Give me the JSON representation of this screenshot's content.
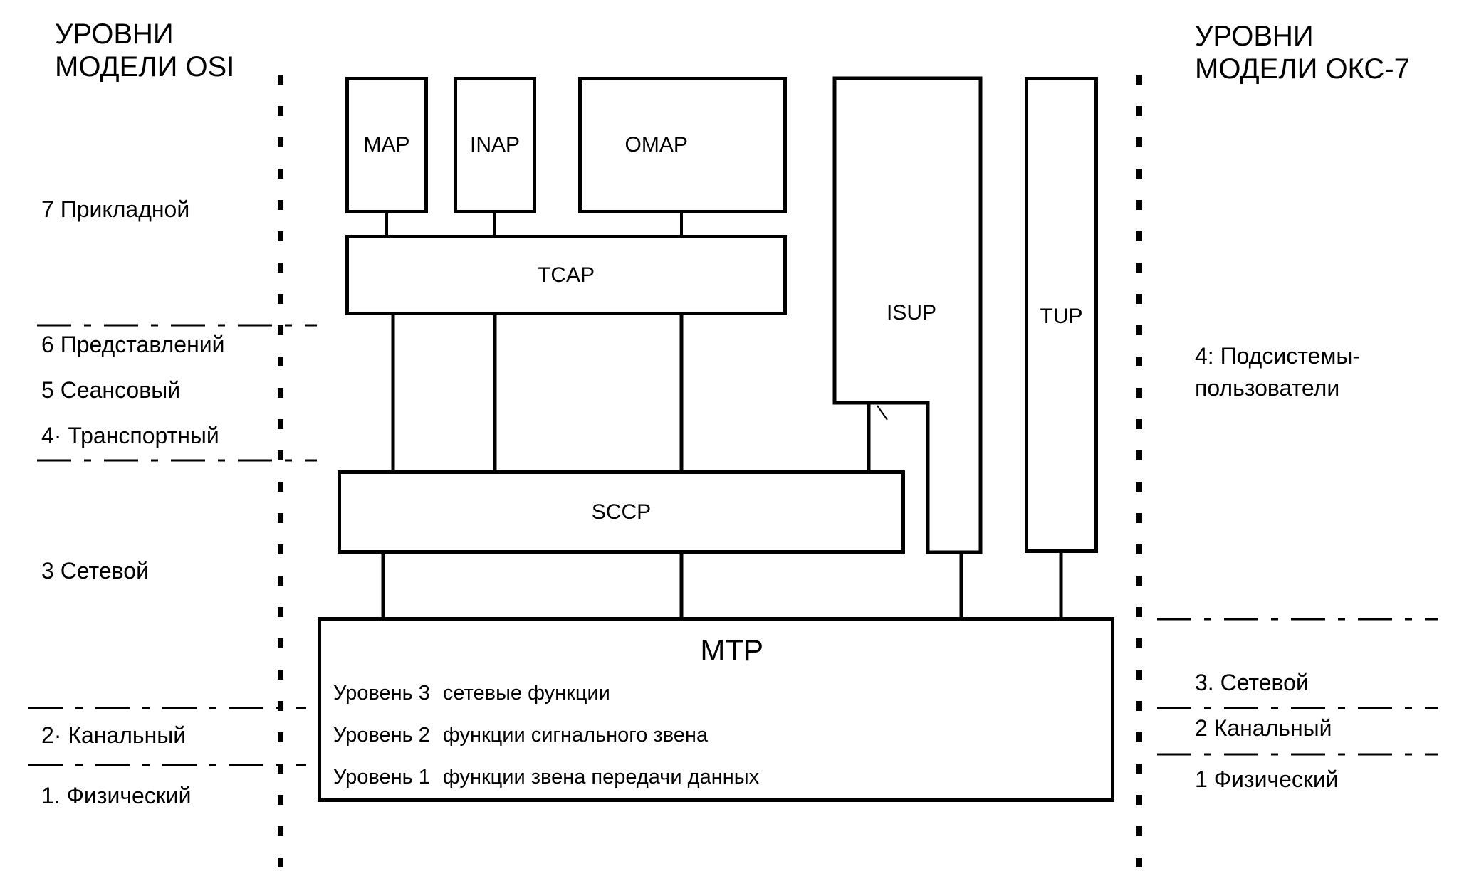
{
  "headers": {
    "osi": [
      "УРОВНИ",
      "МОДЕЛИ OSI"
    ],
    "oks": [
      "УРОВНИ",
      "МОДЕЛИ ОКС-7"
    ]
  },
  "osi_layers": {
    "l7": "7  Прикладной",
    "l6": "6  Представлений",
    "l5": "5  Сеансовый",
    "l4": "4· Транспортный",
    "l3": "3  Сетевой",
    "l2": "2· Канальный",
    "l1": "1. Физический"
  },
  "oks_layers": {
    "l4": [
      "4: Подсистемы-",
      "пользователи"
    ],
    "l3": "3. Сетевой",
    "l2": "2  Канальный",
    "l1": "1  Физический"
  },
  "blocks": {
    "map": "MAP",
    "inap": "INAP",
    "omap": "OMAP",
    "tcap": "TCAP",
    "isup": "ISUP",
    "tup": "TUP",
    "sccp": "SCCP",
    "mtp": "MTP"
  },
  "mtp_levels": [
    {
      "level": "Уровень 3",
      "function": "сетевые функции"
    },
    {
      "level": "Уровень 2",
      "function": "функции сигнального звена"
    },
    {
      "level": "Уровень 1",
      "function": "функции звена передачи данных"
    }
  ]
}
